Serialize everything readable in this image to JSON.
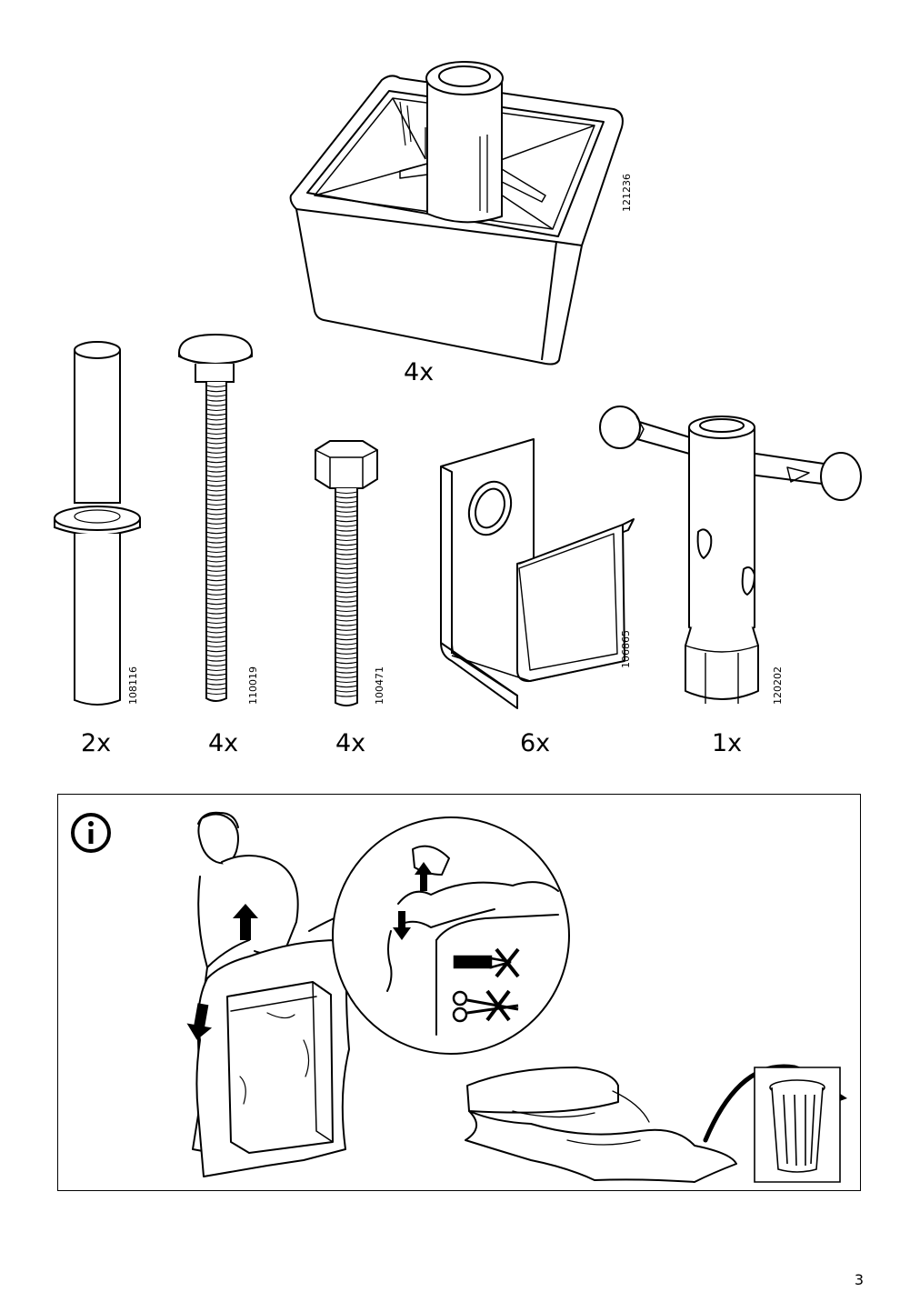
{
  "parts": [
    {
      "id": "leg",
      "part_number": "121236",
      "quantity": "4x"
    },
    {
      "id": "pin",
      "part_number": "108116",
      "quantity": "2x"
    },
    {
      "id": "carriage-bolt",
      "part_number": "110019",
      "quantity": "4x"
    },
    {
      "id": "hex-bolt",
      "part_number": "100471",
      "quantity": "4x"
    },
    {
      "id": "bracket",
      "part_number": "106865",
      "quantity": "6x"
    },
    {
      "id": "wrench",
      "part_number": "120202",
      "quantity": "1x"
    }
  ],
  "info_panel": {
    "icon": "info-icon"
  },
  "page_number": "3"
}
